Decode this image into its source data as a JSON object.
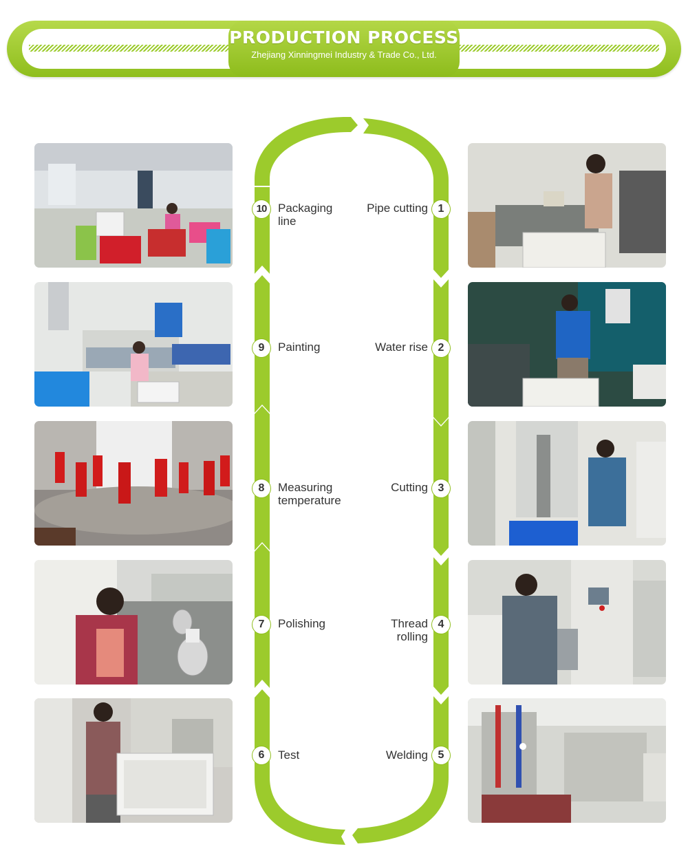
{
  "header": {
    "title": "PRODUCTION PROCESS",
    "subtitle": "Zhejiang Xinningmei Industry & Trade Co., Ltd."
  },
  "colors": {
    "accent_green": "#9ccb2c",
    "accent_dark_green": "#8fbe1d",
    "text": "#333333"
  },
  "steps": [
    {
      "number": "1",
      "label": "Pipe cutting"
    },
    {
      "number": "2",
      "label": "Water rise"
    },
    {
      "number": "3",
      "label": "Cutting"
    },
    {
      "number": "4",
      "label_line1": "Thread",
      "label_line2": "rolling"
    },
    {
      "number": "5",
      "label": "Welding"
    },
    {
      "number": "6",
      "label": "Test"
    },
    {
      "number": "7",
      "label": "Polishing"
    },
    {
      "number": "8",
      "label_line1": "Measuring",
      "label_line2": "temperature"
    },
    {
      "number": "9",
      "label": "Painting"
    },
    {
      "number": "10",
      "label_line1": "Packaging",
      "label_line2": "line"
    }
  ]
}
